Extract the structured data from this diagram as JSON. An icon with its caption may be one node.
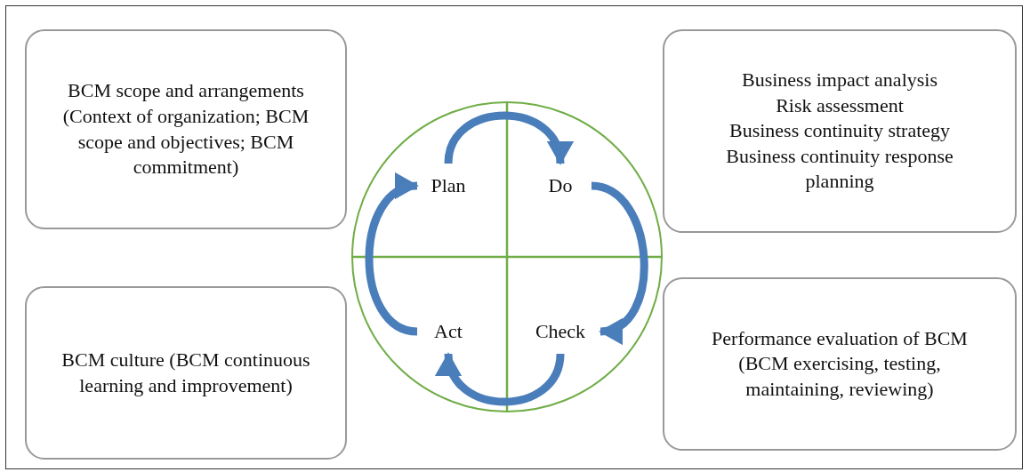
{
  "diagram": {
    "nodes": [
      {
        "text": [
          "BCM scope and arrangements (Context of organization; BCM scope and objectives; BCM commitment)"
        ]
      },
      {
        "text": [],
        "shape": "circle"
      },
      {
        "text": [
          "Plan"
        ],
        "in": 1
      },
      {
        "text": [
          "Do"
        ],
        "in": 1
      },
      {
        "text": [
          "Business impact analysis",
          "Risk assessment",
          "Business continuity strategy",
          "Business continuity response planning"
        ]
      },
      {
        "text": [
          "BCM culture (BCM continuous learning and improvement)"
        ]
      },
      {
        "text": [
          "Act"
        ],
        "in": 1
      },
      {
        "text": [
          "Check"
        ],
        "in": 1
      },
      {
        "text": [
          "Performance evaluation of BCM (BCM exercising, testing, maintaining, reviewing)"
        ]
      }
    ],
    "edges": [
      {
        "from": 2,
        "to": 3,
        "arrow": "to"
      },
      {
        "from": 3,
        "to": 7,
        "arrow": "to"
      },
      {
        "from": 7,
        "to": 6,
        "arrow": "to"
      },
      {
        "from": 6,
        "to": 2,
        "arrow": "to"
      }
    ]
  }
}
